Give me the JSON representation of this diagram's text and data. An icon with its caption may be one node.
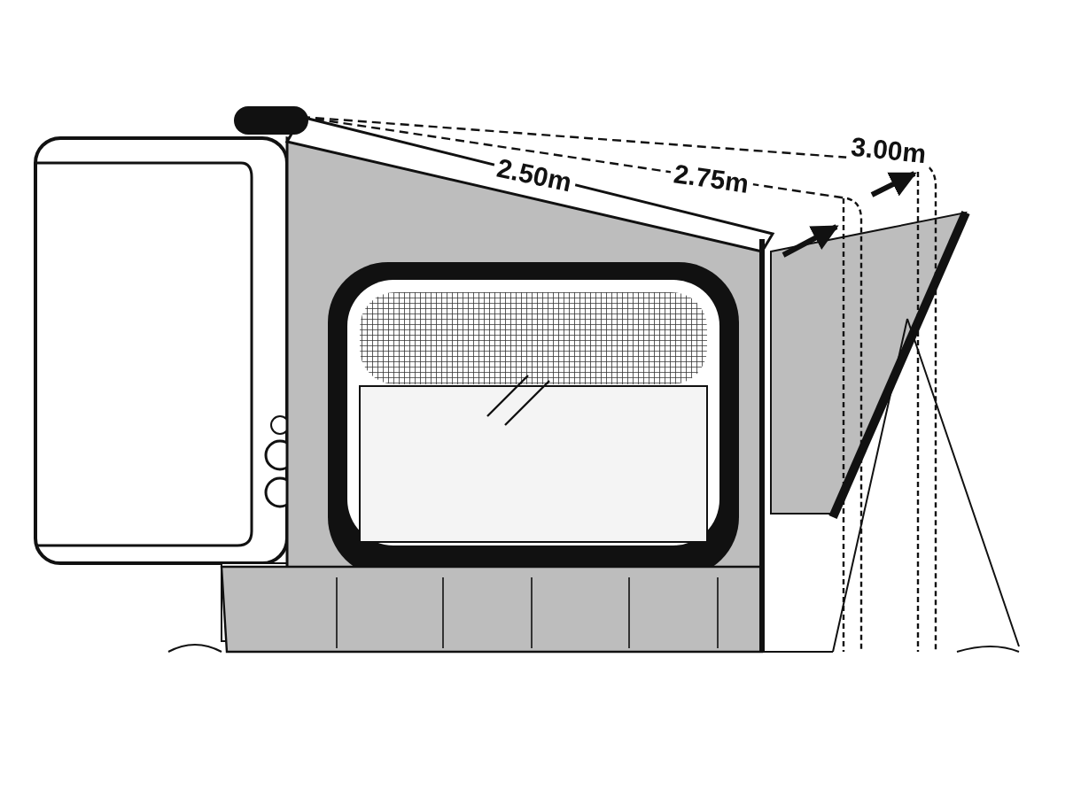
{
  "diagram": {
    "labels": [
      "2.50m",
      "2.75m",
      "3.00m"
    ]
  }
}
